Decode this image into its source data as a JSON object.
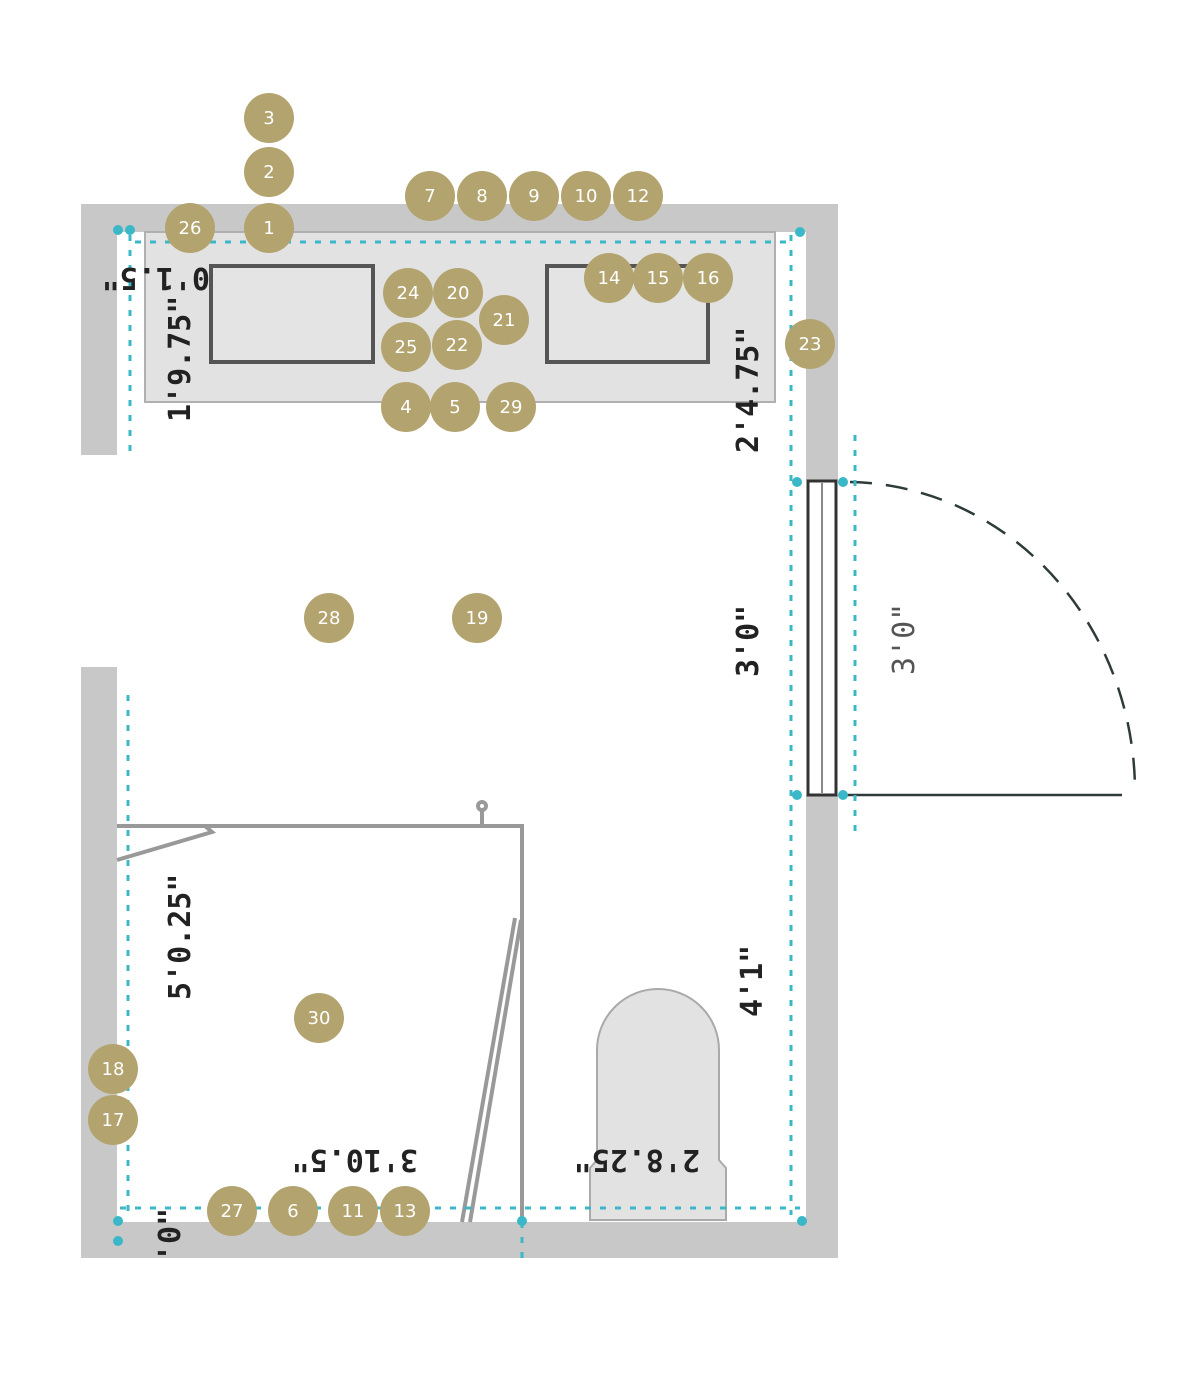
{
  "colors": {
    "wall": "#c8c8c8",
    "counter": "#e2e2e2",
    "guide": "#3bb8c8",
    "marker": "#b3a46f"
  },
  "dimensions": {
    "counter_left_offset": "0'1.5\"",
    "counter_depth": "1'9.75\"",
    "right_upper": "2'4.75\"",
    "door_opening": "3'0\"",
    "door_swing": "3'0\"",
    "shower_depth": "5'0.25\"",
    "right_lower": "4'1\"",
    "shower_width": "3'10.5\"",
    "toilet_width": "2'8.25\"",
    "bottom_left": "'0\""
  },
  "markers": [
    "3",
    "2",
    "1",
    "26",
    "7",
    "8",
    "9",
    "10",
    "12",
    "24",
    "20",
    "21",
    "25",
    "22",
    "4",
    "5",
    "29",
    "14",
    "15",
    "16",
    "23",
    "28",
    "19",
    "30",
    "18",
    "17",
    "27",
    "6",
    "11",
    "13"
  ]
}
